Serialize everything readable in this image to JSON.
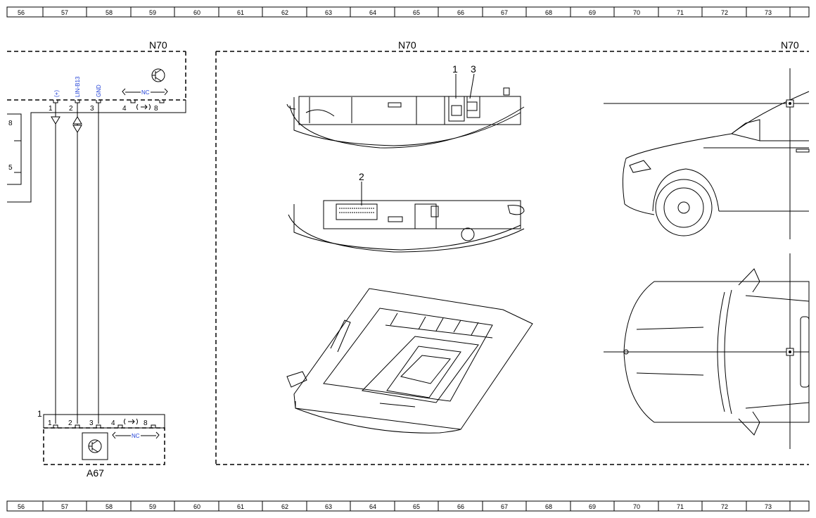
{
  "ruler": {
    "columns": [
      "56",
      "57",
      "58",
      "59",
      "60",
      "61",
      "62",
      "63",
      "64",
      "65",
      "66",
      "67",
      "68",
      "69",
      "70",
      "71",
      "72",
      "73"
    ]
  },
  "labels": {
    "module_top_left": "N70",
    "module_center": "N70",
    "module_right": "N70",
    "module_bottom": "A67",
    "component_ref_bottom": "1",
    "callout_1": "1",
    "callout_2": "2",
    "callout_3": "3",
    "left_edge_8": "8",
    "left_edge_5": "5"
  },
  "n70_connector": {
    "pins": [
      "1",
      "2",
      "3",
      "4",
      "8"
    ],
    "signals": [
      "(+)",
      "LIN-B13",
      "GND"
    ],
    "nc": "NC"
  },
  "a67_connector": {
    "pins": [
      "1",
      "2",
      "3",
      "4",
      "8"
    ],
    "nc": "NC"
  },
  "colors": {
    "signal_text": "#1f3fd6",
    "line": "#000000"
  },
  "icons": [
    "transistor-symbol-icon",
    "fuse-symbol-icon",
    "ground-arrow-icon",
    "lin-bus-arrow-icon"
  ]
}
